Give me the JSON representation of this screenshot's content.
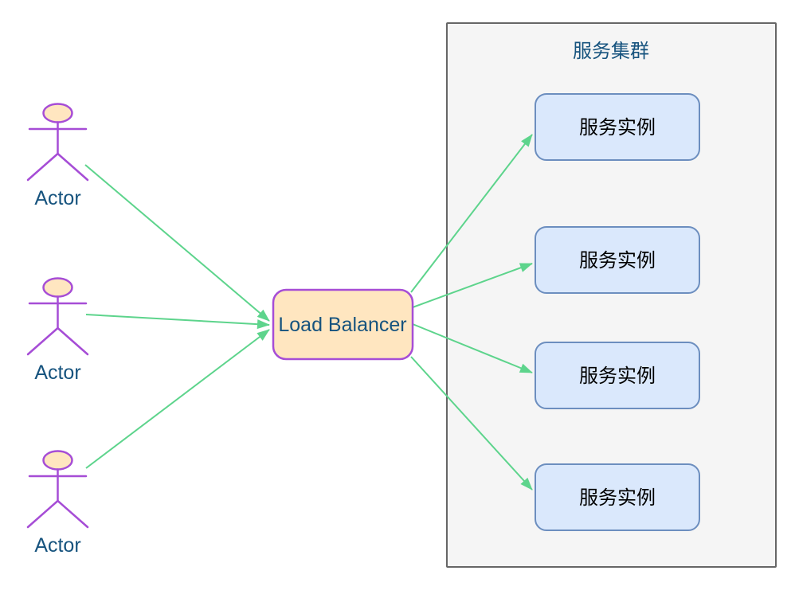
{
  "actors": [
    {
      "label": "Actor"
    },
    {
      "label": "Actor"
    },
    {
      "label": "Actor"
    }
  ],
  "load_balancer": {
    "label": "Load Balancer"
  },
  "cluster": {
    "title": "服务集群",
    "instances": [
      {
        "label": "服务实例"
      },
      {
        "label": "服务实例"
      },
      {
        "label": "服务实例"
      },
      {
        "label": "服务实例"
      }
    ]
  },
  "colors": {
    "arrow_green": "#5DD48C",
    "actor_purple": "#A64DD6",
    "node_fill_peach": "#FFE6C0",
    "instance_fill_blue": "#DAE8FC",
    "instance_border_blue": "#6C8EBF",
    "cluster_fill": "#F5F5F5",
    "cluster_border": "#666666",
    "label_teal": "#16537E",
    "instance_text": "#000000"
  }
}
